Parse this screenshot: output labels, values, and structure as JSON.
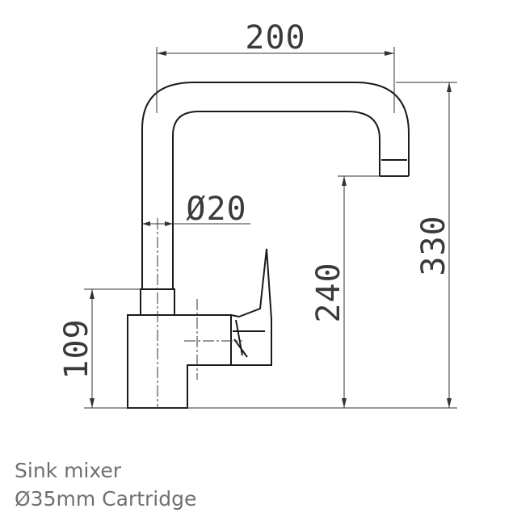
{
  "dimensions": {
    "width": "200",
    "diameter": "Ø20",
    "spout_height": "240",
    "total_height": "330",
    "body_height": "109"
  },
  "caption": {
    "line1": "Sink mixer",
    "line2": "Ø35mm Cartridge"
  },
  "colors": {
    "line": "#1a1a1a",
    "dimension_line": "#333333",
    "caption_text": "#707070"
  }
}
